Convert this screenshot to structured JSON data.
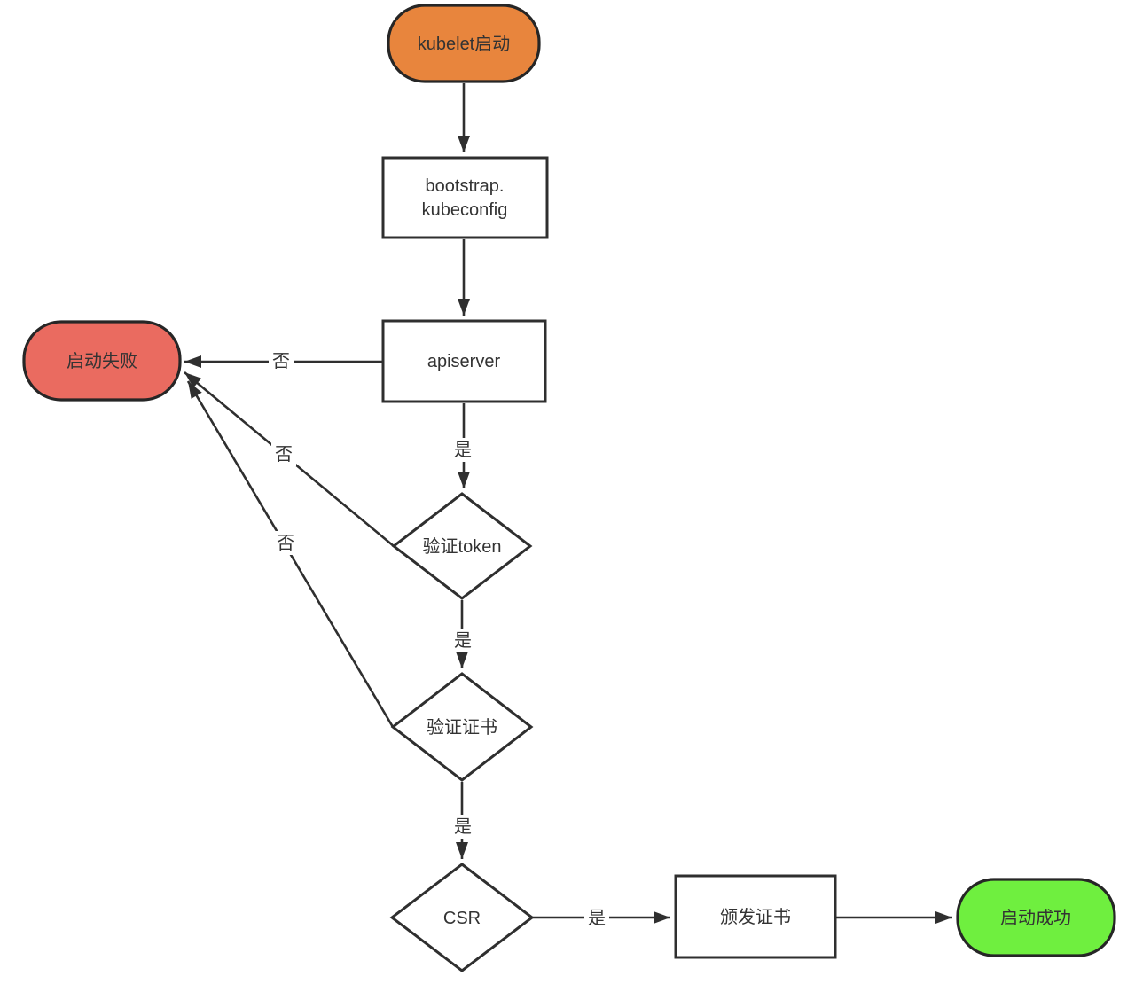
{
  "colors": {
    "start_fill": "#E8853D",
    "fail_fill": "#EA6B60",
    "success_fill": "#6FEF3F"
  },
  "nodes": {
    "start": {
      "label": "kubelet启动"
    },
    "bootstrap_kubeconfig": {
      "line1": "bootstrap.",
      "line2": "kubeconfig"
    },
    "apiserver": {
      "label": "apiserver"
    },
    "start_fail": {
      "label": "启动失败"
    },
    "verify_token": {
      "label": "验证token"
    },
    "verify_cert": {
      "label": "验证证书"
    },
    "csr": {
      "label": "CSR"
    },
    "issue_cert": {
      "label": "颁发证书"
    },
    "start_success": {
      "label": "启动成功"
    }
  },
  "edges": {
    "apiserver_to_fail_label": "否",
    "token_to_fail_label": "否",
    "cert_to_fail_label": "否",
    "apiserver_to_token_label": "是",
    "token_to_cert_label": "是",
    "cert_to_csr_label": "是",
    "csr_to_issue_label": "是"
  }
}
